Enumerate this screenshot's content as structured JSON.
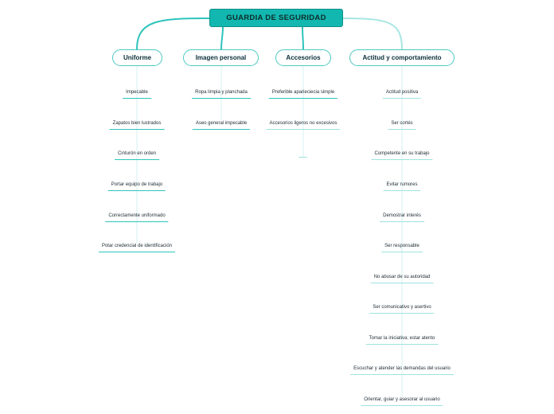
{
  "title": "GUARDIA DE SEGURIDAD",
  "colors": {
    "root_fill": "#12b8b0",
    "branch_border": "#4cc9c2",
    "connector": "#2ec4bd",
    "connector_light": "#a6e6e2"
  },
  "branches": [
    {
      "label": "Uniforme",
      "items": [
        "Impecable",
        "Zapatos bien lustrados",
        "Cinturón en orden",
        "Portar equipo de trabajo",
        "Correctamente uniformado",
        "Potar credencial de identificación"
      ]
    },
    {
      "label": "Imagen personal",
      "items": [
        "Ropa limpia y planchada",
        "Aseo general impecable"
      ]
    },
    {
      "label": "Accesorios",
      "items": [
        "Preferible aparieciecia simple",
        "Accesorios ligeros no excesivos"
      ]
    },
    {
      "label": "Actitud y comportamiento",
      "items": [
        "Actitud positiva",
        "Ser cortés",
        "Competente en su trabajo",
        "Evitar rumores",
        "Demostrar interés",
        "Ser responsable",
        "No abusar de su autoridad",
        "Ser comunicativo y asertivo",
        "Tomar la iniciativa; estar atento",
        "Escuchar y atender las demandas del usuario",
        "Orientar, guiar y asesorar al usuario"
      ]
    }
  ]
}
